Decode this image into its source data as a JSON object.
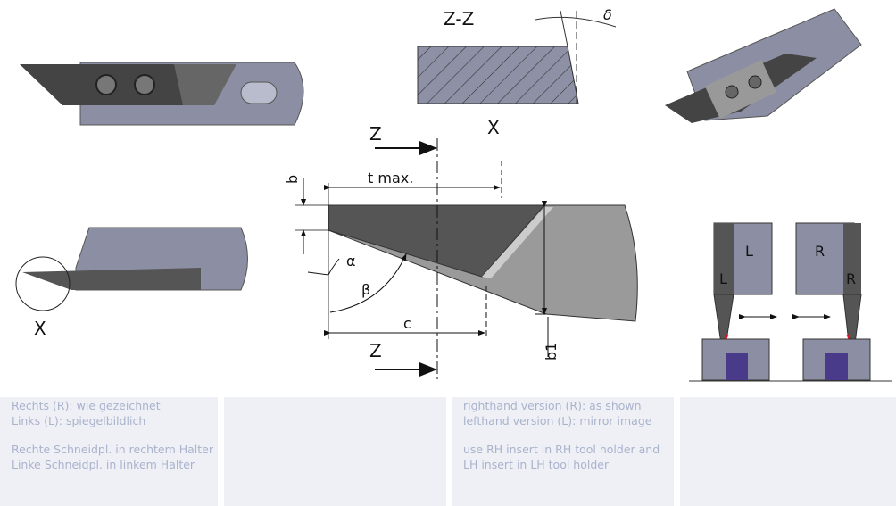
{
  "drawing": {
    "section_label": "Z-Z",
    "delta": "δ",
    "z_top": "Z",
    "z_bottom": "Z",
    "x_label_top": "X",
    "x_label_left": "X",
    "b": "b",
    "t_max": "t max.",
    "alpha": "α",
    "beta": "β",
    "c": "c",
    "b1": "b1",
    "holder_left_L1": "L",
    "holder_left_L2": "L",
    "holder_right_R1": "R",
    "holder_right_R2": "R"
  },
  "panels": {
    "de": {
      "line1": "Rechts (R): wie gezeichnet",
      "line2": "Links (L): spiegelbildlich",
      "line3": "Rechte Schneidpl. in rechtem Halter",
      "line4": "Linke Schneidpl. in linkem Halter"
    },
    "en": {
      "line1": "righthand version (R): as shown",
      "line2": "lefthand version (L): mirror image",
      "line3": "use RH insert in RH tool holder and",
      "line4": "LH insert in LH tool holder"
    }
  },
  "colors": {
    "holder": "#8c8fa3",
    "insert": "#555555",
    "panel": "#eef0f6",
    "panel_text": "#aab3cc",
    "workpiece": "#4a3a8a",
    "edge": "#e0141e"
  }
}
